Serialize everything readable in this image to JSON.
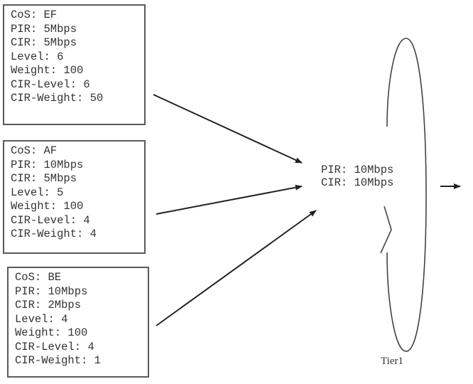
{
  "queues": [
    {
      "lines": [
        "CoS: EF",
        "PIR: 5Mbps",
        "CIR: 5Mbps",
        "Level: 6",
        "Weight: 100",
        "CIR-Level: 6",
        "CIR-Weight: 50"
      ]
    },
    {
      "lines": [
        "CoS: AF",
        "PIR: 10Mbps",
        "CIR: 5Mbps",
        "Level: 5",
        "Weight: 100",
        "CIR-Level: 4",
        "CIR-Weight: 4"
      ]
    },
    {
      "lines": [
        "CoS: BE",
        "PIR: 10Mbps",
        "CIR: 2Mbps",
        "Level: 4",
        "Weight: 100",
        "CIR-Level: 4",
        "CIR-Weight: 1"
      ]
    }
  ],
  "tier": {
    "lines": [
      "PIR: 10Mbps",
      "CIR: 10Mbps"
    ],
    "label": "Tier1"
  },
  "colors": {
    "stroke": "#333333",
    "box_border": "#5a5a5a"
  }
}
